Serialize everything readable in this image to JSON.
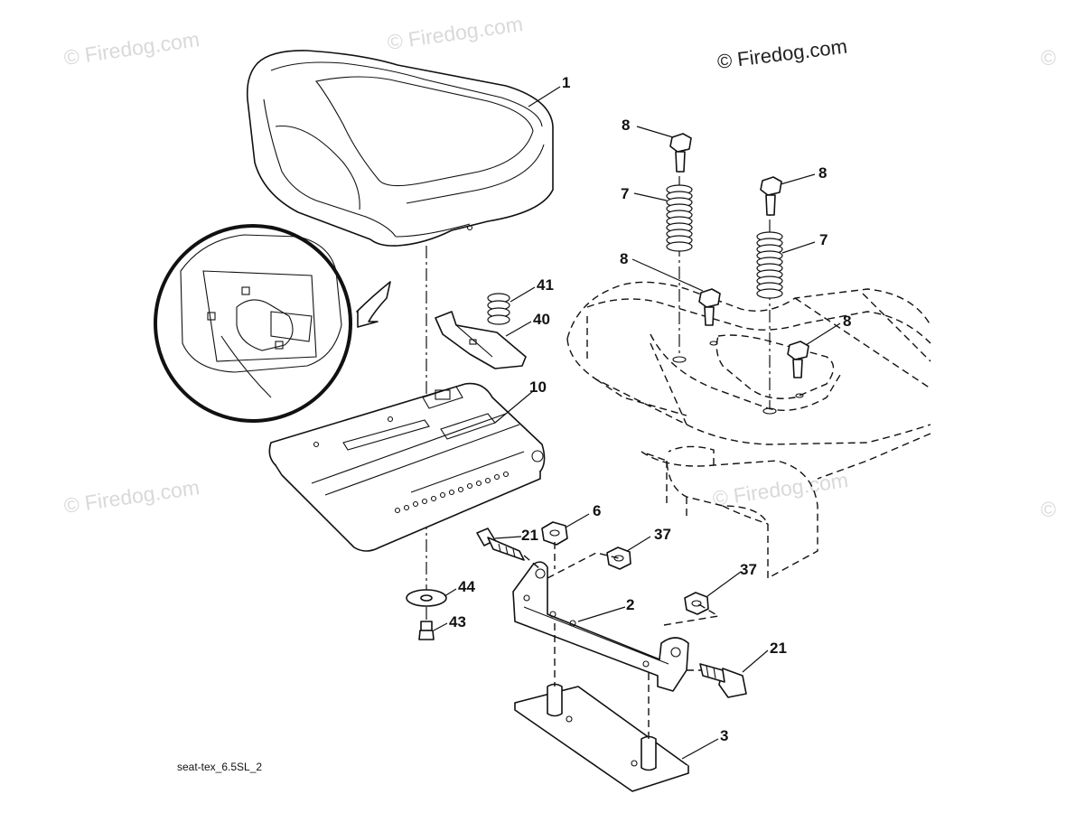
{
  "watermarks": {
    "brand": "© Firedog.com",
    "corner_mark": "©"
  },
  "caption": "seat-tex_6.5SL_2",
  "callouts": {
    "c1": "1",
    "c2": "2",
    "c3": "3",
    "c6": "6",
    "c7a": "7",
    "c7b": "7",
    "c8a": "8",
    "c8b": "8",
    "c8c": "8",
    "c8d": "8",
    "c10": "10",
    "c21a": "21",
    "c21b": "21",
    "c37a": "37",
    "c37b": "37",
    "c40": "40",
    "c41": "41",
    "c43": "43",
    "c44": "44"
  },
  "colors": {
    "line": "#111111",
    "watermark": "#d9d9d9",
    "background": "#ffffff"
  }
}
